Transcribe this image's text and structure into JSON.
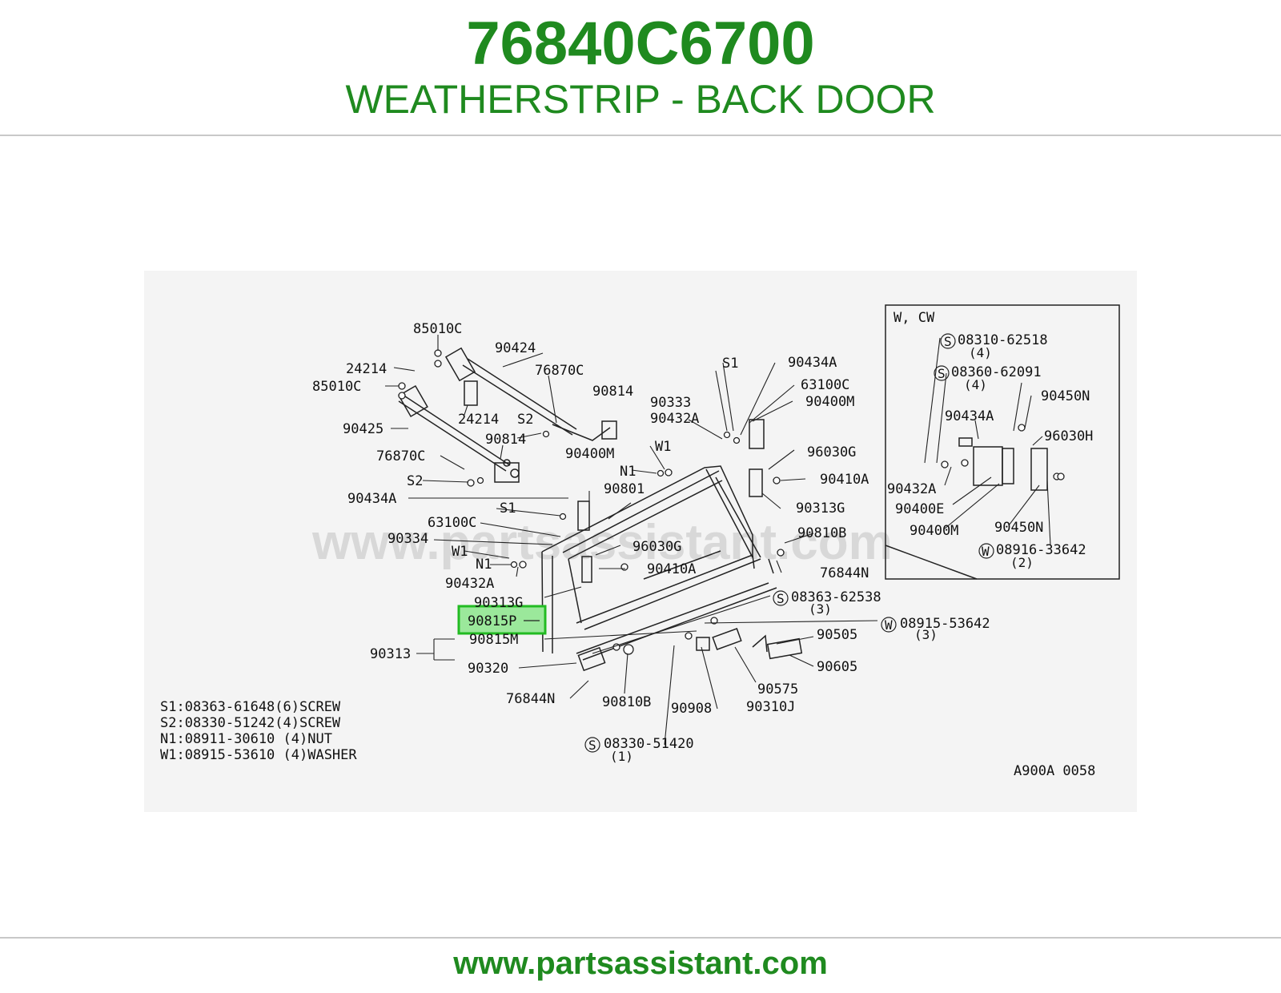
{
  "header": {
    "part_number": "76840C6700",
    "part_name": "WEATHERSTRIP - BACK DOOR"
  },
  "diagram": {
    "watermark": "www.partsassistant.com",
    "inset_title": "W, CW",
    "figure_code": "A900A 0058",
    "highlighted_part": "90815P",
    "labels": {
      "p85010C_a": "85010C",
      "p90424": "90424",
      "p24214_a": "24214",
      "p76870C_a": "76870C",
      "p85010C_b": "85010C",
      "p90814_a": "90814",
      "p24214_b": "24214",
      "pS2_a": "S2",
      "p90425": "90425",
      "p90814_b": "90814",
      "p76870C_b": "76870C",
      "pS2_b": "S2",
      "p90434A_a": "90434A",
      "pS1_a": "S1",
      "p63100C_a": "63100C",
      "p90334": "90334",
      "pW1_a": "W1",
      "pN1_a": "N1",
      "p90432A_a": "90432A",
      "p90313G_a": "90313G",
      "p90815M": "90815M",
      "p90313": "90313",
      "p90320": "90320",
      "p76844N_a": "76844N",
      "p90810B_a": "90810B",
      "p90400M_a": "90400M",
      "p90801": "90801",
      "p96030G_a": "96030G",
      "p90410A_a": "90410A",
      "pW1_b": "W1",
      "pN1_b": "N1",
      "p90333": "90333",
      "p90432A_b": "90432A",
      "pS1_b": "S1",
      "p90434A_b": "90434A",
      "p63100C_b": "63100C",
      "p90400M_b": "90400M",
      "p96030G_b": "96030G",
      "p90410A_b": "90410A",
      "p90313G_b": "90313G",
      "p90810B_b": "90810B",
      "p76844N_b": "76844N",
      "pS08363_62538": "08363-62538",
      "pS08363_qty": "(3)",
      "pW08915_53642": "08915-53642",
      "pW08915_qty": "(3)",
      "p90505": "90505",
      "p90605": "90605",
      "p90575": "90575",
      "p90908": "90908",
      "p90310J": "90310J",
      "pS08330_51420": "08330-51420",
      "pS08330_qty": "(1)",
      "i08310_62518": "08310-62518",
      "i08310_qty": "(4)",
      "i08360_62091": "08360-62091",
      "i08360_qty": "(4)",
      "i90450N_a": "90450N",
      "i90434A": "90434A",
      "i96030H": "96030H",
      "i90432A": "90432A",
      "i90400E": "90400E",
      "i90400M": "90400M",
      "i90450N_b": "90450N",
      "i08916_33642": "08916-33642",
      "i08916_qty": "(2)",
      "circle_S": "S",
      "circle_W": "W"
    },
    "legend": [
      "S1:08363-61648(6)SCREW",
      "S2:08330-51242(4)SCREW",
      "N1:08911-30610 (4)NUT",
      "W1:08915-53610 (4)WASHER"
    ]
  },
  "footer": {
    "url": "www.partsassistant.com"
  },
  "colors": {
    "brand_green": "#1f8a1f",
    "highlight_fill": "#9be89b",
    "highlight_border": "#22bb22"
  }
}
